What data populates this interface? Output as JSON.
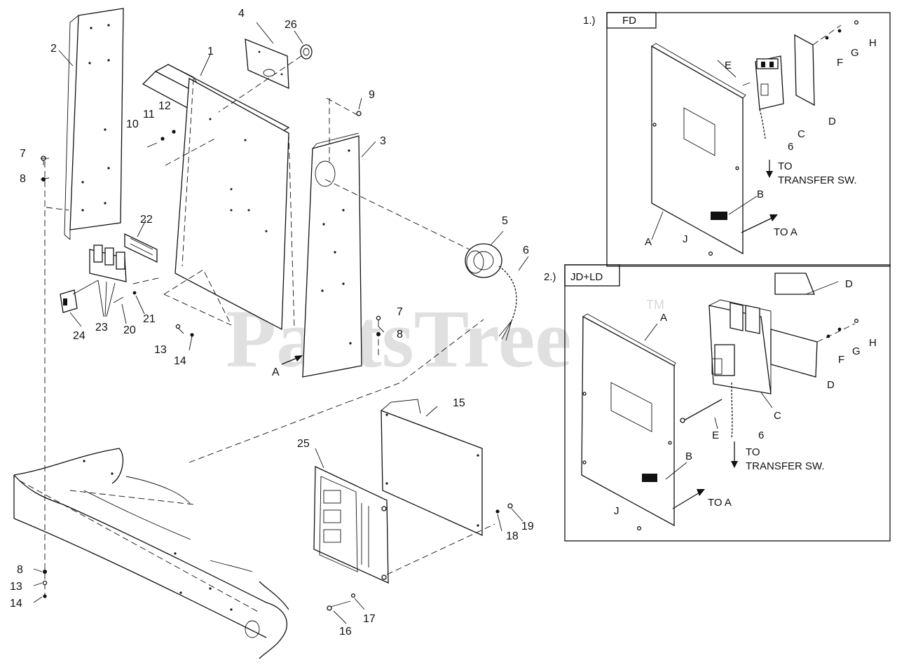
{
  "watermark": {
    "brand": "PartsTree",
    "trademark": "TM"
  },
  "main_callouts": {
    "c1": "1",
    "c2": "2",
    "c3": "3",
    "c4": "4",
    "c5": "5",
    "c6": "6",
    "c7a": "7",
    "c7b": "7",
    "c8a": "8",
    "c8b": "8",
    "c8c": "8",
    "c9": "9",
    "c10": "10",
    "c11": "11",
    "c12": "12",
    "c13a": "13",
    "c13b": "13",
    "c14a": "14",
    "c14b": "14",
    "c15": "15",
    "c16": "16",
    "c17": "17",
    "c18": "18",
    "c19": "19",
    "c20": "20",
    "c21": "21",
    "c22": "22",
    "c23": "23",
    "c24": "24",
    "c25": "25",
    "c26": "26",
    "cA": "A"
  },
  "panel1": {
    "number": "1.)",
    "title": "FD",
    "labels": {
      "A": "A",
      "B": "B",
      "C": "C",
      "D": "D",
      "E": "E",
      "F": "F",
      "G": "G",
      "H": "H",
      "J": "J",
      "six": "6"
    },
    "to_transfer": [
      "TO",
      "TRANSFER SW."
    ],
    "to_a": "TO A"
  },
  "panel2": {
    "number": "2.)",
    "title": "JD+LD",
    "labels": {
      "A": "A",
      "B": "B",
      "C": "C",
      "D1": "D",
      "D2": "D",
      "E": "E",
      "F": "F",
      "G": "G",
      "H": "H",
      "J": "J",
      "six": "6"
    },
    "to_transfer": [
      "TO",
      "TRANSFER SW."
    ],
    "to_a": "TO A"
  }
}
